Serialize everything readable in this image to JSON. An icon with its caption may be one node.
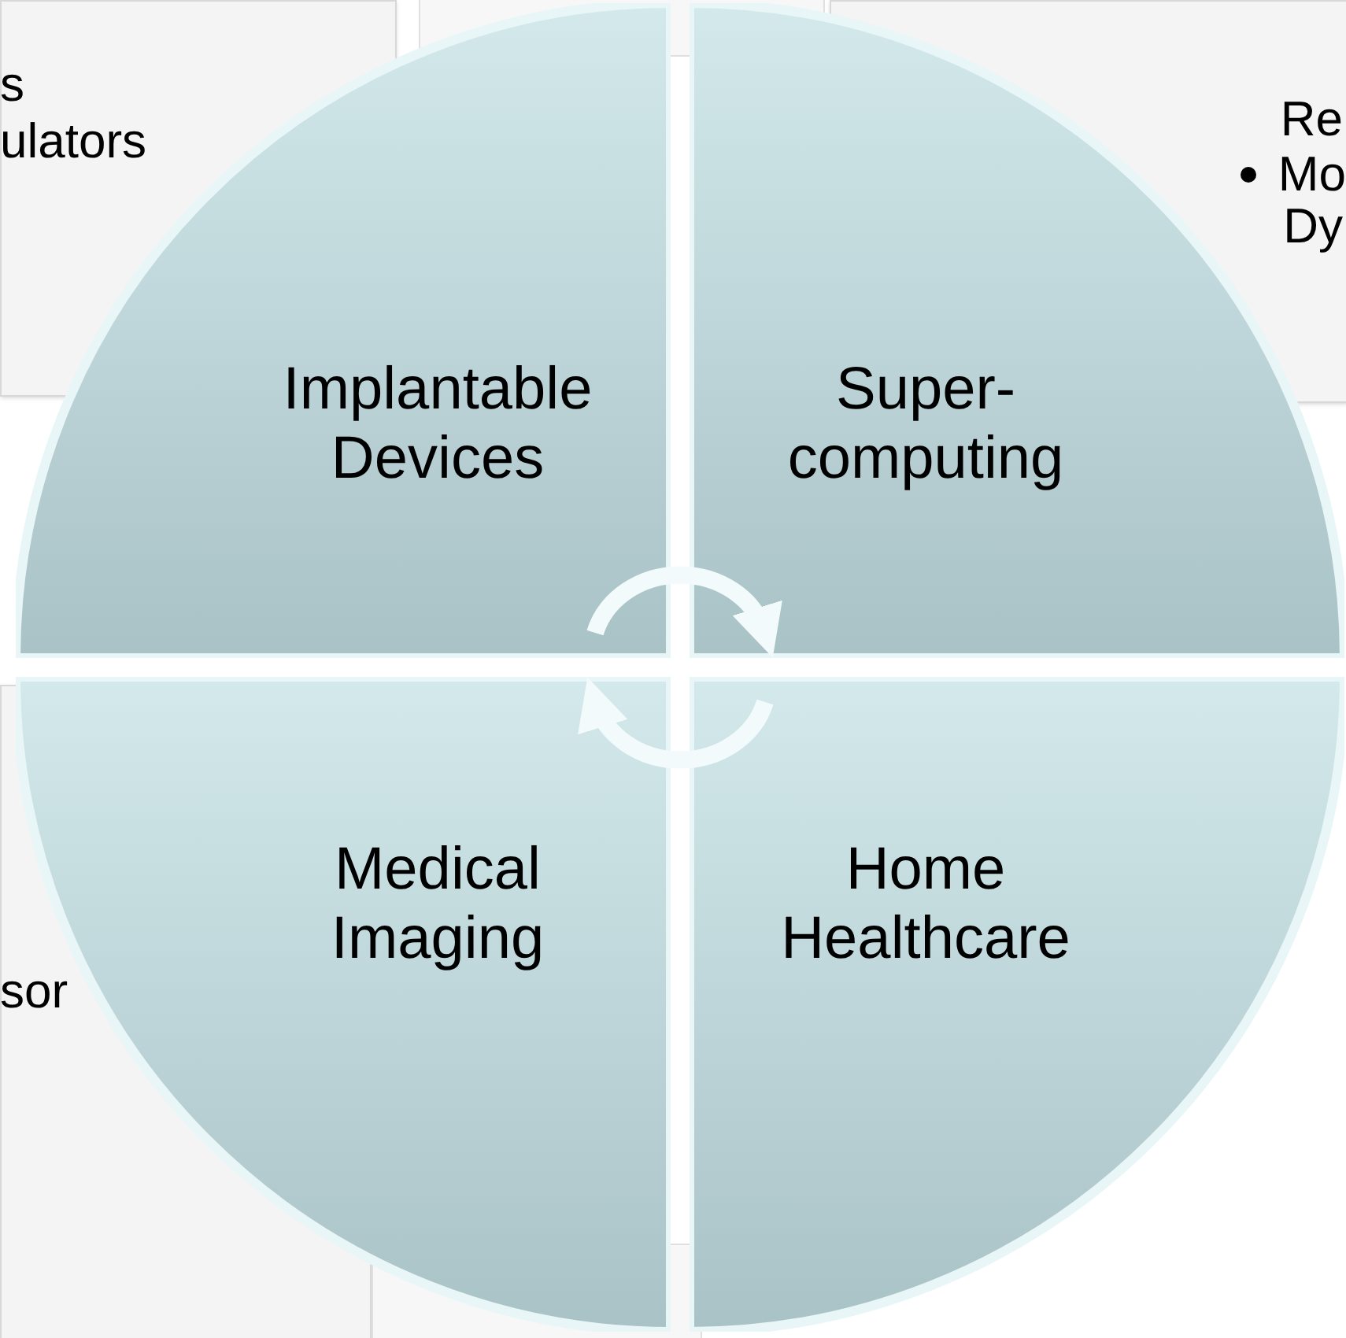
{
  "diagram": {
    "nodes": [
      {
        "text": [
          "Implantable Devices"
        ]
      },
      {
        "text": [
          "Super- computing"
        ]
      },
      {
        "text": [
          "Medical Imaging"
        ]
      },
      {
        "text": [
          "Home Healthcare"
        ]
      }
    ],
    "edges": [
      {
        "from": 0,
        "to": 1,
        "arrow": "to"
      },
      {
        "from": 3,
        "to": 2,
        "arrow": "to"
      }
    ],
    "labels": [
      "s",
      "ulators",
      "Re",
      "Mo",
      "Dy",
      "sor"
    ]
  }
}
